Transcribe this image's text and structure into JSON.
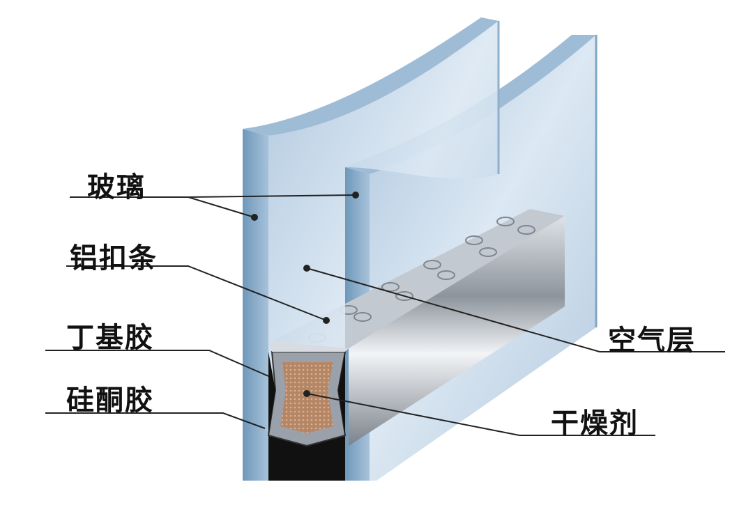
{
  "labels": {
    "glass": "玻璃",
    "aluminum_spacer": "铝扣条",
    "butyl_sealant": "丁基胶",
    "silicone_sealant": "硅酮胶",
    "air_layer": "空气层",
    "desiccant": "干燥剂"
  },
  "colors": {
    "glass_face": "#b9cfe4",
    "glass_edge": "#7fa6c4",
    "spacer": "#a9afb8",
    "desiccant": "#b88a6a",
    "sealant": "#111111"
  }
}
